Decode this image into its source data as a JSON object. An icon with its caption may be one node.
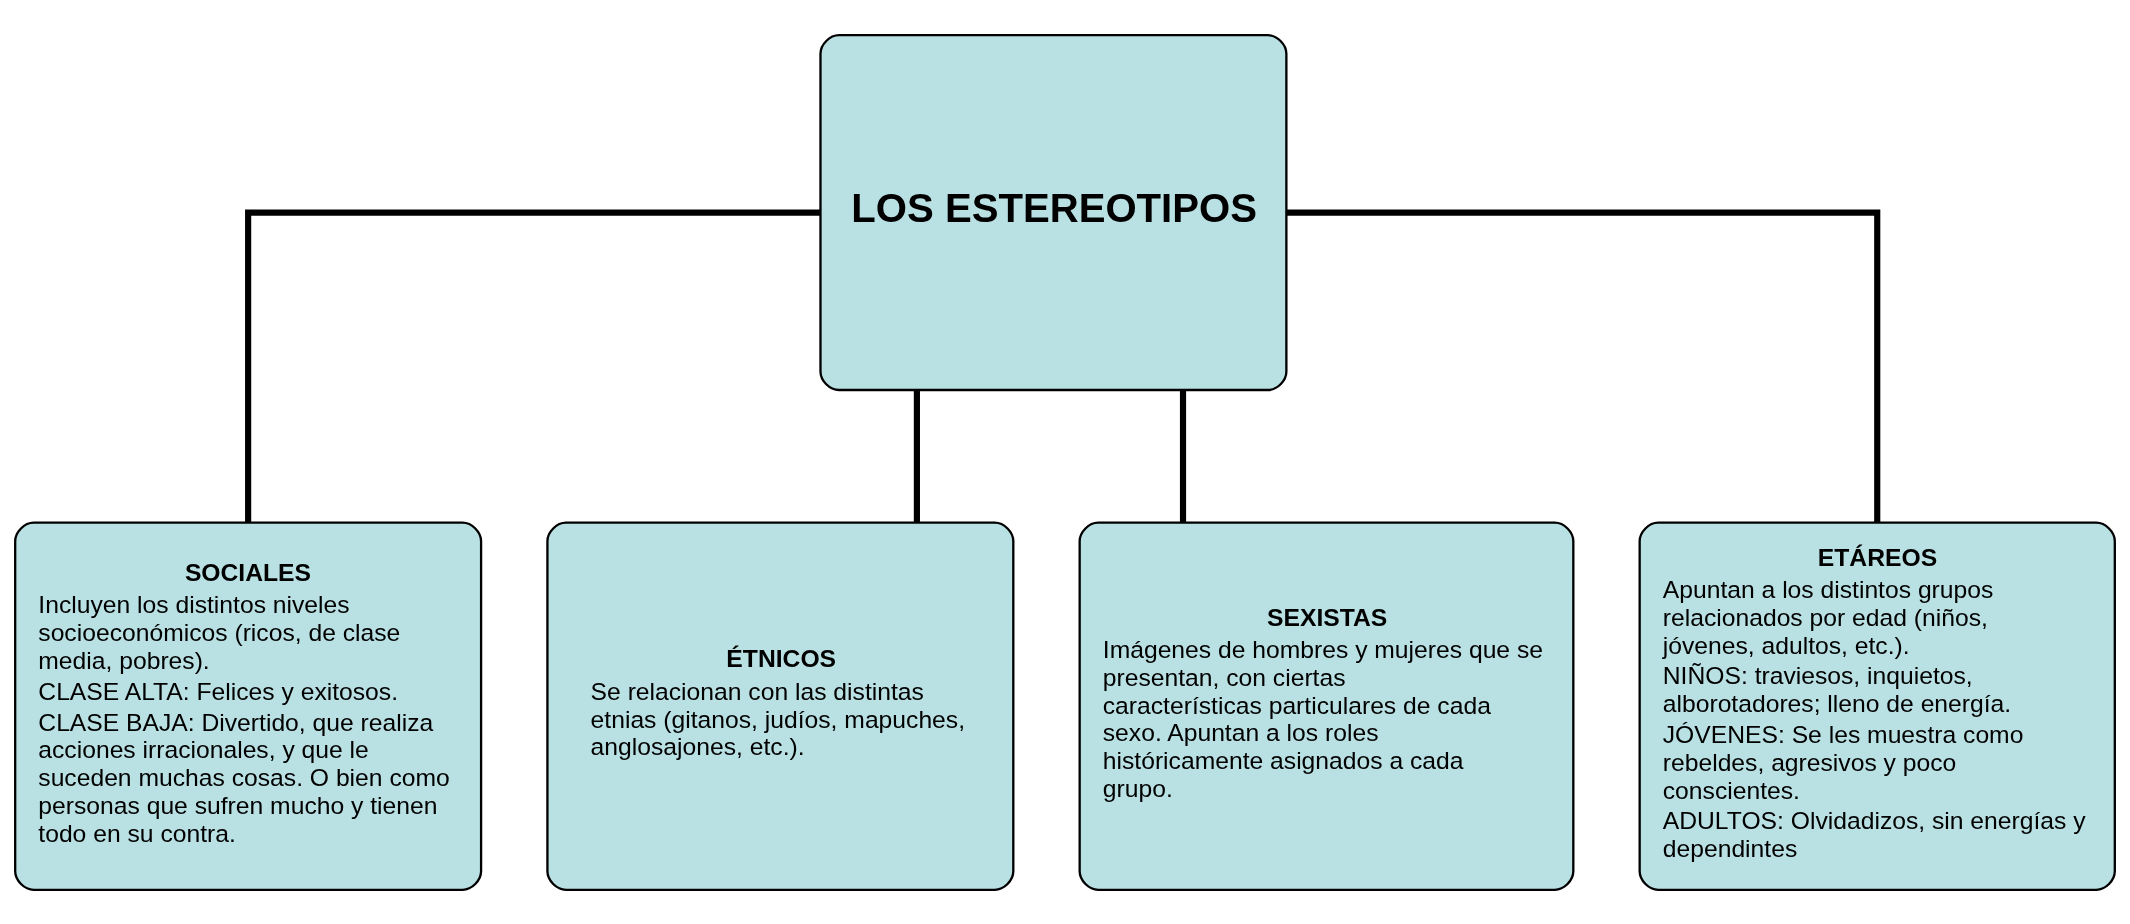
{
  "diagram": {
    "nodes": [
      {
        "text": [
          "LOS ESTEREOTIPOS"
        ]
      },
      {
        "text": [
          "SOCIALES",
          "Incluyen los distintos niveles socioeconómicos (ricos, de clase media, pobres).",
          "CLASE ALTA: Felices y exitosos.",
          "CLASE BAJA: Divertido, que realiza acciones irracionales, y que le suceden muchas cosas. O bien como personas que sufren mucho y tienen todo en su contra."
        ]
      },
      {
        "text": [
          "ÉTNICOS",
          "Se relacionan con las distintas etnias (gitanos, judíos, mapuches, anglosajones, etc.)."
        ]
      },
      {
        "text": [
          "SEXISTAS",
          "Imágenes de hombres y mujeres que se presentan, con ciertas características particulares de cada sexo. Apuntan a los roles históricamente asignados a cada grupo."
        ]
      },
      {
        "text": [
          "ETÁREOS",
          "Apuntan a los distintos grupos relacionados por edad (niños, jóvenes, adultos, etc.).",
          "NIÑOS: traviesos, inquietos, alborotadores; lleno de energía.",
          "JÓVENES: Se les muestra como rebeldes, agresivos y poco conscientes.",
          "ADULTOS: Olvidadizos, sin energías y dependintes"
        ]
      }
    ],
    "edges": [
      {
        "from": 0,
        "to": 1,
        "arrow": "none"
      },
      {
        "from": 0,
        "to": 2,
        "arrow": "none"
      },
      {
        "from": 0,
        "to": 3,
        "arrow": "none"
      },
      {
        "from": 0,
        "to": 4,
        "arrow": "none"
      }
    ]
  }
}
